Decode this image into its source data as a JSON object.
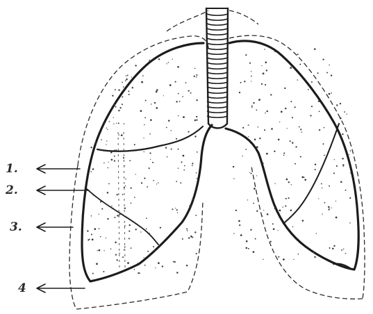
{
  "labels": [
    "1.",
    "2.",
    "3.",
    "4"
  ],
  "colors": {
    "ink": "#1c1c1c",
    "paper": "#ffffff"
  }
}
